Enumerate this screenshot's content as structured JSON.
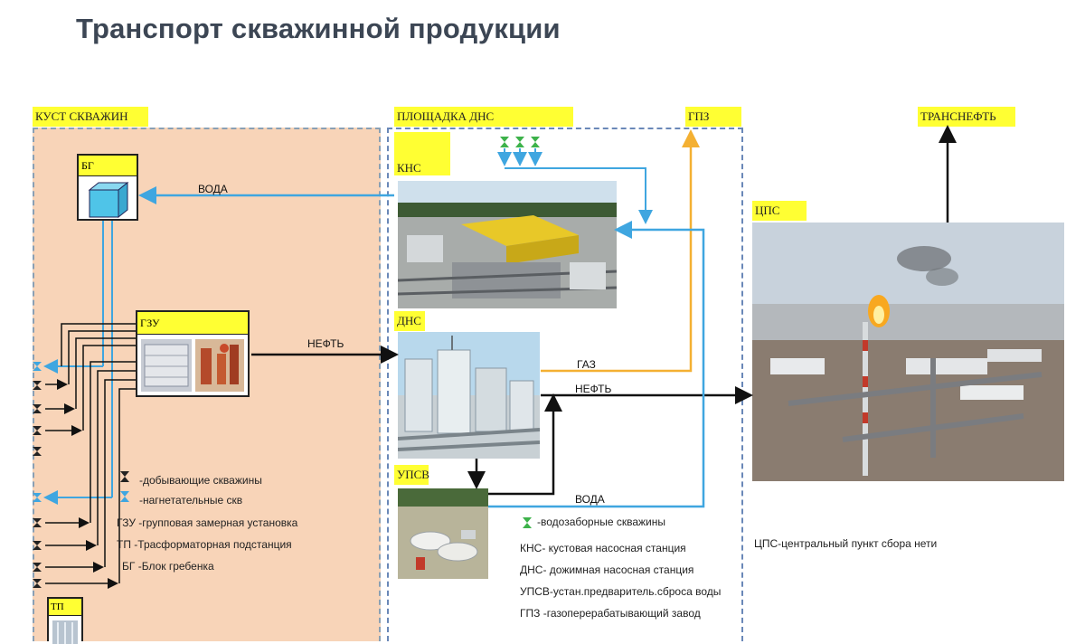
{
  "title": "Транспорт скважинной продукции",
  "zones": {
    "cluster": "КУСТ СКВАЖИН",
    "dns_site": "ПЛОЩАДКА ДНС",
    "gpz": "ГПЗ",
    "transneft": "ТРАНСНЕФТЬ"
  },
  "units": {
    "bg": "БГ",
    "gzu": "ГЗУ",
    "tp": "ТП",
    "kns": "КНС",
    "dns": "ДНС",
    "upsv": "УПСВ",
    "cps": "ЦПС"
  },
  "flows": {
    "water_to_bg": "ВОДА",
    "oil_gzu_dns": "НЕФТЬ",
    "gas": "ГАЗ",
    "oil_to_cps": "НЕФТЬ",
    "water_upsv": "ВОДА"
  },
  "legend_cluster": [
    {
      "sym": "dark",
      "text": "-добывающие скважины"
    },
    {
      "sym": "blue",
      "text": "-нагнетательные скв"
    },
    {
      "sym": "",
      "text": "ГЗУ -групповая замерная установка"
    },
    {
      "sym": "",
      "text": "ТП  -Трасформаторная подстанция"
    },
    {
      "sym": "",
      "text": "БГ -Блок гребенка"
    }
  ],
  "legend_dns": [
    {
      "sym": "green",
      "text": "-водозаборные скважины"
    },
    {
      "sym": "",
      "text": "КНС- кустовая насосная станция"
    },
    {
      "sym": "",
      "text": "ДНС- дожимная насосная станция"
    },
    {
      "sym": "",
      "text": "УПСВ-устан.предваритель.сброса воды"
    },
    {
      "sym": "",
      "text": "ГПЗ -газоперерабатывающий завод"
    }
  ],
  "cps_note": "ЦПС-центральный пункт сбора нети",
  "colors": {
    "water": "#3fa6e0",
    "oil": "#111111",
    "gas": "#f4b032",
    "label_bg": "#ffff33",
    "cluster_bg": "#f8d4b8"
  }
}
